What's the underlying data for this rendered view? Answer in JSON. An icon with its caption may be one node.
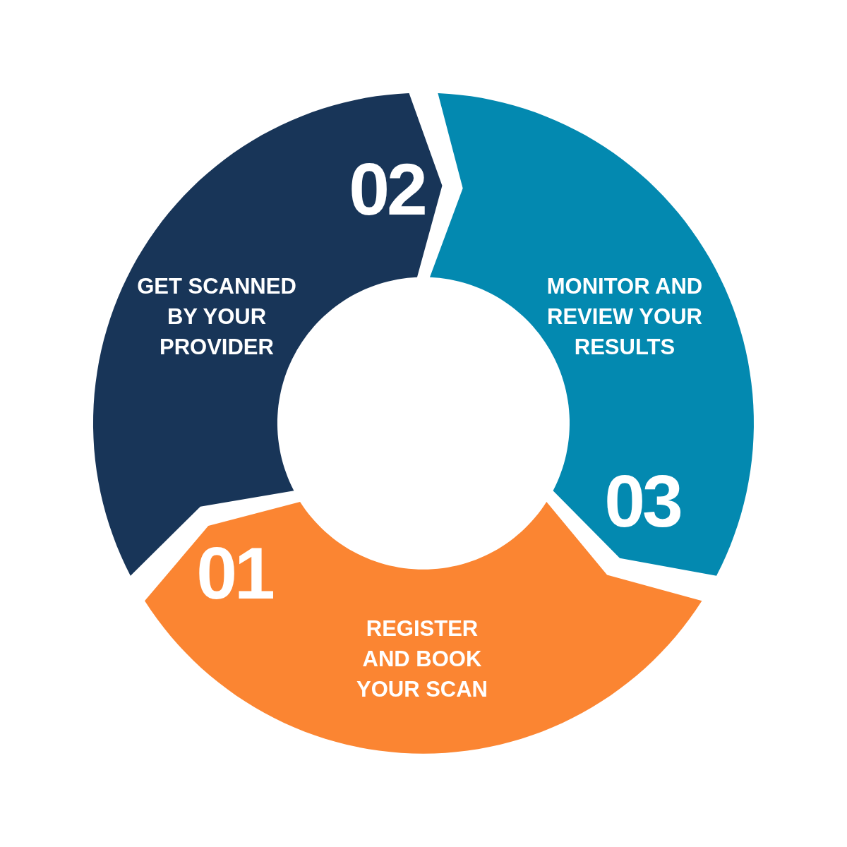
{
  "diagram": {
    "nodes": [
      {
        "text": [
          "01",
          "REGISTER AND BOOK YOUR SCAN"
        ]
      },
      {
        "text": [
          "02",
          "GET SCANNED BY YOUR PROVIDER"
        ]
      },
      {
        "text": [
          "MONITOR AND REVIEW YOUR RESULTS",
          "03"
        ]
      }
    ]
  }
}
